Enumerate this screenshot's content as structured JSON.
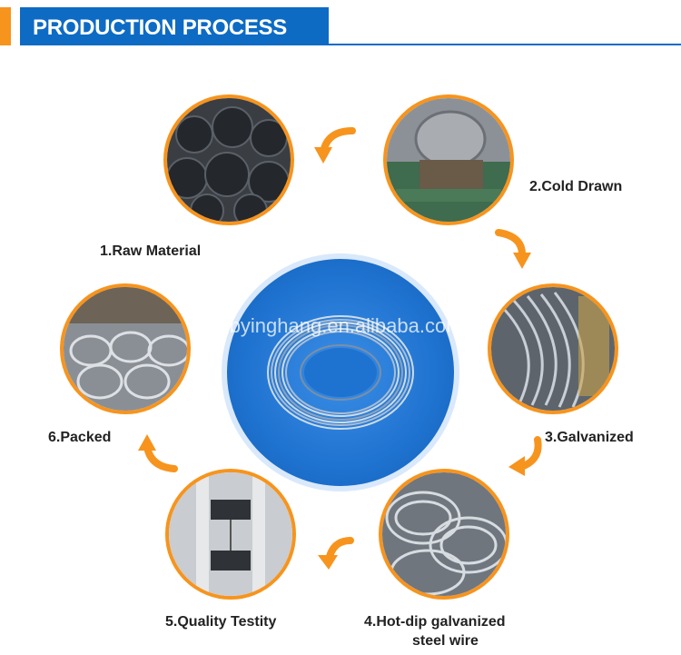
{
  "header": {
    "title": "PRODUCTION PROCESS"
  },
  "center": {
    "watermark": "hbyinghang.en.alibaba.com"
  },
  "steps": [
    {
      "label": "1.Raw Material"
    },
    {
      "label": "2.Cold Drawn"
    },
    {
      "label": "3.Galvanized"
    },
    {
      "label_line1": "4.Hot-dip galvanized",
      "label_line2": "steel wire"
    },
    {
      "label": "5.Quality Testity"
    },
    {
      "label": "6.Packed"
    }
  ],
  "colors": {
    "accent": "#f7941d",
    "brand": "#0d6bc4",
    "center": "#1f73d0"
  }
}
